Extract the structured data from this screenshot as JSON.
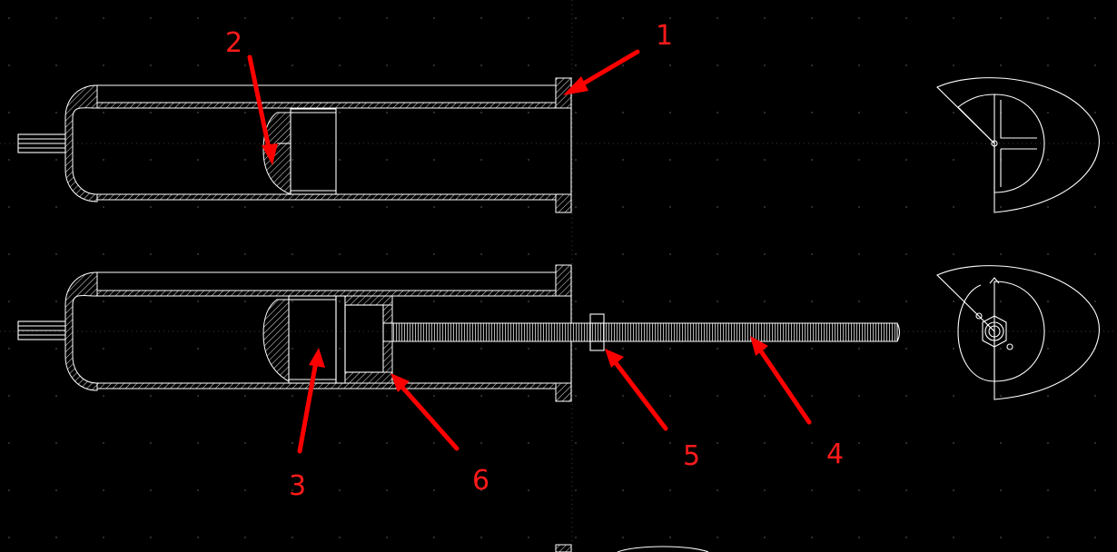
{
  "drawing": {
    "background_color": "#000000",
    "line_color": "#ffffff",
    "callout_color": "#ff0000",
    "callouts": [
      {
        "id": "1",
        "label": "1"
      },
      {
        "id": "2",
        "label": "2"
      },
      {
        "id": "3",
        "label": "3"
      },
      {
        "id": "4",
        "label": "4"
      },
      {
        "id": "5",
        "label": "5"
      },
      {
        "id": "6",
        "label": "6"
      }
    ]
  }
}
